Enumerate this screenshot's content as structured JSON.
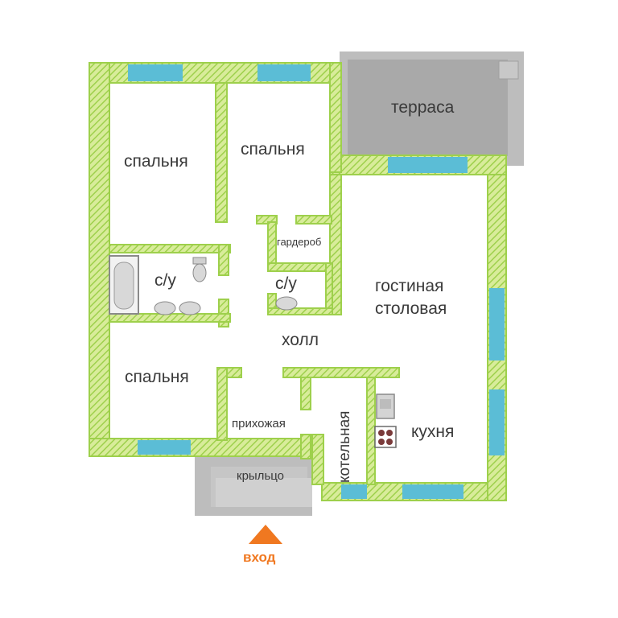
{
  "colors": {
    "wall": "#9ed04c",
    "window": "#5bbdd6",
    "terrace": "#bdbdbd",
    "entrance_arrow": "#f07820",
    "text": "#3a3a3a"
  },
  "rooms": {
    "bedroom_1": "спальня",
    "bedroom_2": "спальня",
    "bedroom_3": "спальня",
    "terrace": "терраса",
    "wardrobe": "гардероб",
    "bath_1": "с/у",
    "bath_2": "с/у",
    "living_line1": "гостиная",
    "living_line2": "столовая",
    "hall": "холл",
    "hallway": "прихожая",
    "boiler": "котельная",
    "kitchen": "кухня",
    "porch": "крыльцо"
  },
  "entrance": {
    "label": "вход",
    "icon": "triangle-up-icon"
  }
}
